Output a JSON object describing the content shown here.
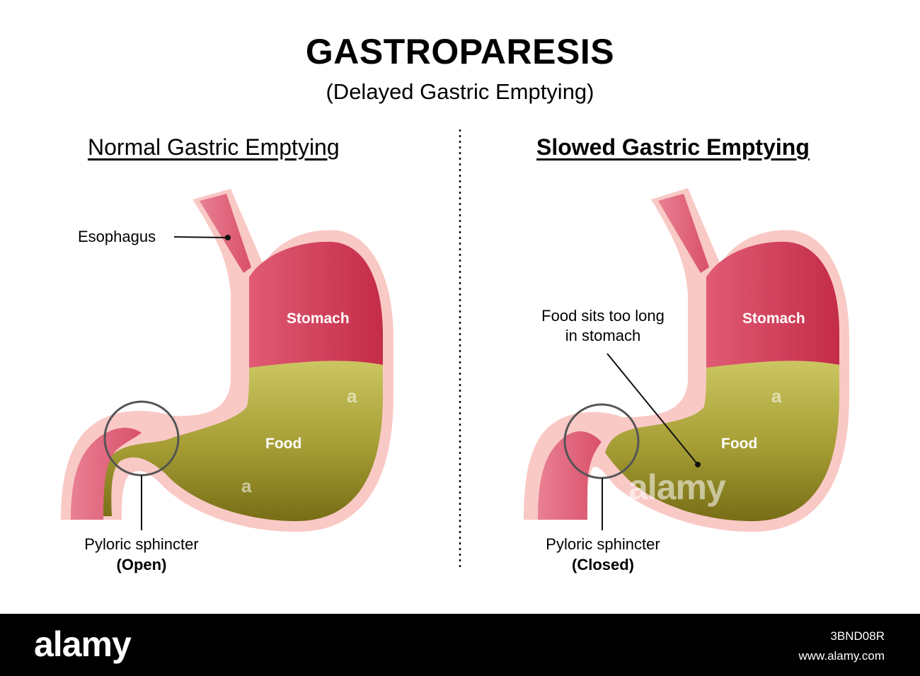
{
  "title": "GASTROPARESIS",
  "subtitle": "(Delayed Gastric Emptying)",
  "left_panel": {
    "heading": "Normal Gastric Emptying",
    "esophagus_label": "Esophagus",
    "stomach_label": "Stomach",
    "food_label": "Food",
    "pylorus_label": "Pyloric sphincter",
    "pylorus_state": "(Open)"
  },
  "right_panel": {
    "heading": "Slowed Gastric Emptying",
    "callout_line1": "Food sits too long",
    "callout_line2": "in stomach",
    "stomach_label": "Stomach",
    "food_label": "Food",
    "pylorus_label": "Pyloric sphincter",
    "pylorus_state": "(Closed)"
  },
  "watermark": {
    "text": "alamy",
    "mark": "a"
  },
  "footer": {
    "logo": "alamy",
    "image_id": "3BND08R",
    "site": "www.alamy.com"
  },
  "colors": {
    "stomach_red": "#c72c48",
    "stomach_light": "#e3647c",
    "lining_pink": "#f9c7c4",
    "food_top": "#c8c45c",
    "food_bottom": "#7a7018",
    "outline": "#111111"
  }
}
